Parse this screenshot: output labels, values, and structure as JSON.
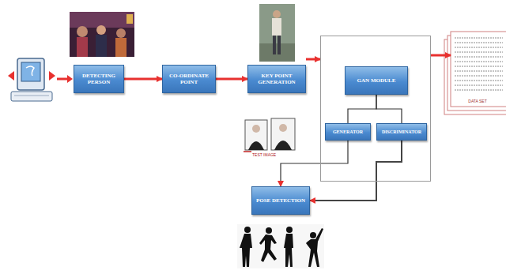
{
  "diagram": {
    "nodes": [
      {
        "text": [
          "DETECTING PERSON"
        ]
      },
      {
        "text": [
          "CO-ORDINATE POINT"
        ]
      },
      {
        "text": [
          "KEY POINT GENERATION"
        ]
      },
      {
        "text": []
      },
      {
        "text": [
          "GAN MODULE"
        ],
        "in": 3
      },
      {
        "text": [
          "GENERATOR"
        ],
        "in": 3
      },
      {
        "text": [
          "DISCRIMINATOR"
        ],
        "in": 3
      },
      {
        "text": [
          "DATA SET"
        ]
      },
      {
        "text": [
          "POSE DETECTION"
        ]
      }
    ],
    "edges": [
      {
        "from": 0,
        "to": 1,
        "arrow": "to"
      },
      {
        "from": 1,
        "to": 2,
        "arrow": "to"
      },
      {
        "from": 2,
        "to": 3,
        "arrow": "to"
      },
      {
        "from": 3,
        "to": 7,
        "arrow": "to"
      },
      {
        "from": 4,
        "to": 5,
        "arrow": "none"
      },
      {
        "from": 4,
        "to": 6,
        "arrow": "none"
      },
      {
        "from": 5,
        "to": 8,
        "arrow": "to"
      },
      {
        "from": 6,
        "to": 8,
        "arrow": "to"
      }
    ],
    "labels": [
      "TEST IMAGE"
    ]
  }
}
